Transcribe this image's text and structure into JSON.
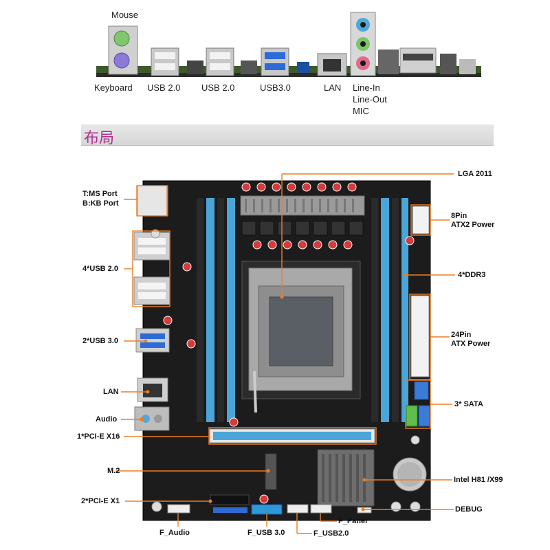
{
  "top_labels": {
    "mouse": "Mouse",
    "keyboard": "Keyboard",
    "usb20_a": "USB 2.0",
    "usb20_b": "USB 2.0",
    "usb30": "USB3.0",
    "lan": "LAN",
    "line_in": "Line-In",
    "line_out": "Line-Out",
    "mic": "MIC"
  },
  "section": {
    "title": "布局"
  },
  "left_labels": {
    "ms_port": "T:MS Port",
    "kb_port": "B:KB Port",
    "usb20x4": "4*USB 2.0",
    "usb30x2": "2*USB 3.0",
    "lan": "LAN",
    "audio": "Audio",
    "pcie_x16": "1*PCI-E X16",
    "m2": "M.2",
    "pcie_x1": "2*PCI-E X1"
  },
  "right_labels": {
    "lga": "LGA 2011",
    "atx2_a": "8Pin",
    "atx2_b": "ATX2 Power",
    "ddr3": "4*DDR3",
    "atx_a": "24Pin",
    "atx_b": "ATX Power",
    "sata": "3* SATA",
    "chipset": "Intel H81 /X99",
    "debug": "DEBUG"
  },
  "bottom_labels": {
    "f_audio": "F_Audio",
    "f_usb30": "F_USB 3.0",
    "f_usb20": "F_USB2.0",
    "f_panel": "F_Panel"
  },
  "colors": {
    "accent": "#b0308f",
    "callout": "#f07d20",
    "board": "#1c1c1c",
    "dimm": "#4aa6d8",
    "pcb": "#2a2a2a"
  }
}
